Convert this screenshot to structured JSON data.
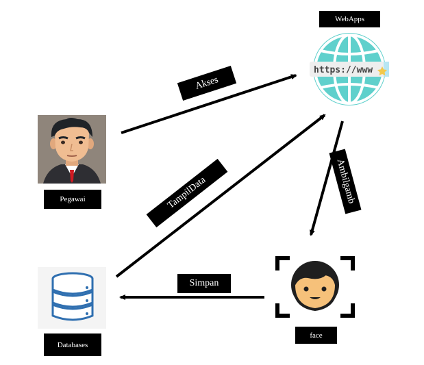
{
  "nodes": {
    "webapps": {
      "label": "WebApps",
      "url_text": "https://www",
      "icon": "globe-icon"
    },
    "pegawai": {
      "label": "Pegawai",
      "icon": "employee-avatar"
    },
    "databases": {
      "label": "Databases",
      "icon": "database-icon"
    },
    "face": {
      "label": "face",
      "icon": "face-scan-icon"
    }
  },
  "edges": {
    "akses": "Akses",
    "tampil_data": "TampilData",
    "ambil_gamb": "Ambilgamb",
    "simpan": "Simpan"
  },
  "colors": {
    "globe": "#2fb3b6",
    "globe_light": "#5fd0cc",
    "database": "#2f6fb0",
    "face_skin": "#f6c17a",
    "arrow": "#000000",
    "label_bg": "#000000",
    "label_text": "#ffffff"
  }
}
